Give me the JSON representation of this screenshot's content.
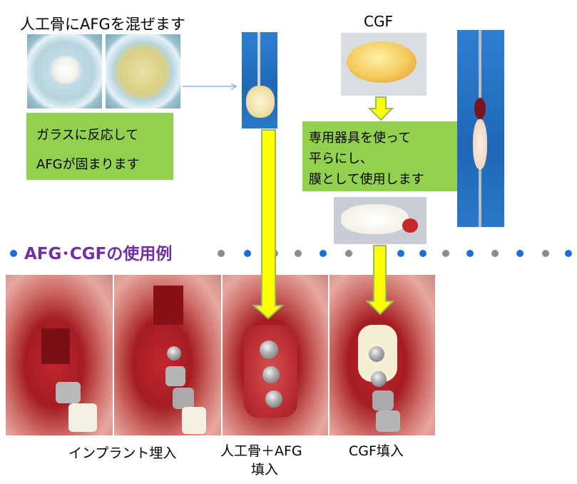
{
  "top_title": "人工骨にAFGを混ぜます",
  "cgf_label": "CGF",
  "green_box_1": [
    "ガラスに反応して",
    "AFGが固まります"
  ],
  "green_box_2": [
    "専用器具を使って",
    "平らにし、",
    "膜として使用します"
  ],
  "section_title": "AFG･CGFの使用例",
  "captions": {
    "implant": "インプラント埋入",
    "bone_afg_line1": "人工骨＋AFG",
    "bone_afg_line2": "填入",
    "cgf_fill": "CGF填入"
  },
  "colors": {
    "green_box": "#92d050",
    "arrow_fill": "#ffff00",
    "arrow_stroke": "#9bbb59",
    "section_title": "#7030a0",
    "dot_blue": "#1f6fd1",
    "dot_gray": "#8c8c8c"
  }
}
